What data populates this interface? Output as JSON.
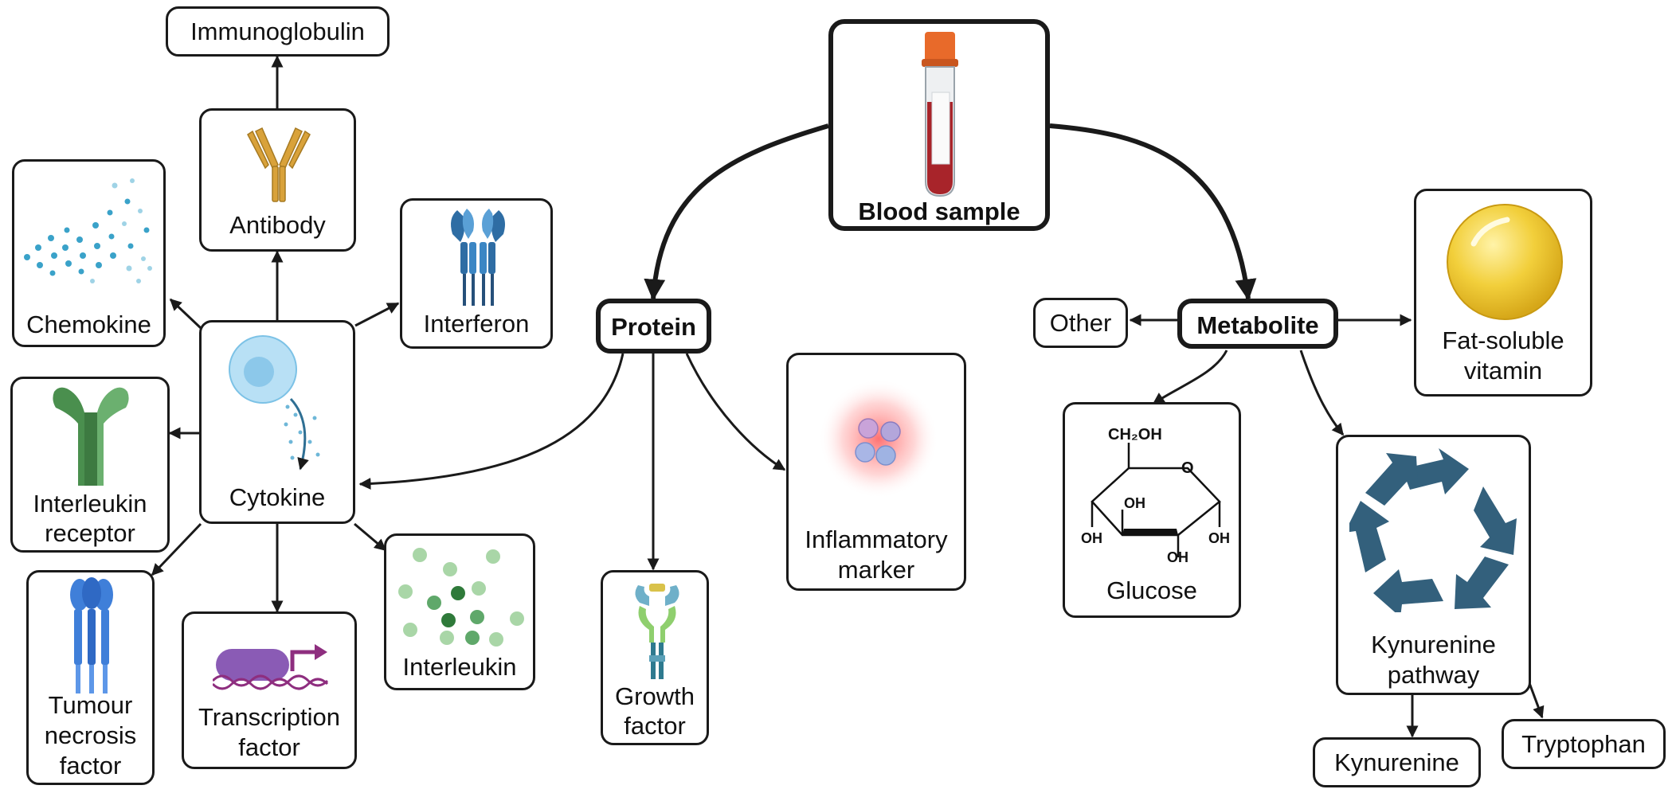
{
  "nodes": {
    "blood_sample": "Blood sample",
    "protein": "Protein",
    "metabolite": "Metabolite",
    "cytokine": "Cytokine",
    "antibody": "Antibody",
    "immunoglobulin": "Immunoglobulin",
    "chemokine": "Chemokine",
    "interferon": "Interferon",
    "interleukin_receptor": [
      "Interleukin",
      "receptor"
    ],
    "tumour_necrosis_factor": [
      "Tumour",
      "necrosis",
      "factor"
    ],
    "transcription_factor": [
      "Transcription",
      "factor"
    ],
    "interleukin": "Interleukin",
    "growth_factor": [
      "Growth",
      "factor"
    ],
    "inflammatory_marker": [
      "Inflammatory",
      "marker"
    ],
    "other": "Other",
    "fat_soluble_vitamin": [
      "Fat-soluble",
      "vitamin"
    ],
    "glucose": "Glucose",
    "kynurenine_pathway": [
      "Kynurenine",
      "pathway"
    ],
    "kynurenine": "Kynurenine",
    "tryptophan": "Tryptophan"
  },
  "glucose_structure": {
    "ch2oh": "CH₂OH",
    "ring_o": "O",
    "oh_labels": [
      "OH",
      "OH",
      "OH",
      "OH"
    ]
  },
  "colors": {
    "line": "#1a1a1a",
    "antibody": "#d9a23a",
    "interferon": "#2e6da4",
    "cell": "#8cc8ea",
    "interleukin_receptor": "#4a8f4e",
    "tnf": "#3f7fd9",
    "tf_bubble": "#8a5bb5",
    "tf_dna": "#8e2e7f",
    "interleukin_dots": "#5fa86a",
    "growth_factor": "#6fb0c9",
    "inflammation": "#ff6a6a",
    "vitamin": "#f2cf3b",
    "pathway_arrows": "#33607c",
    "tube_cap": "#e86a2a",
    "blood": "#a8242a"
  }
}
